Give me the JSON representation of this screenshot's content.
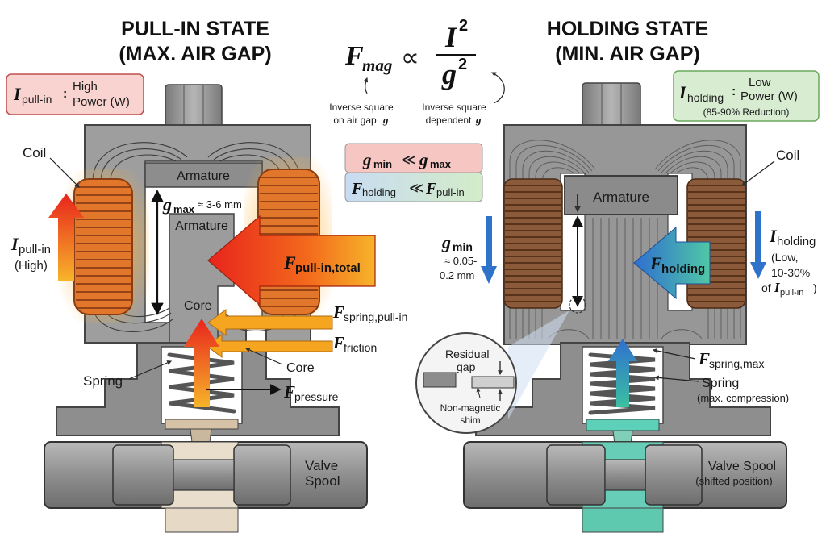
{
  "left": {
    "title_line1": "PULL-IN STATE",
    "title_line2": "(MAX. AIR GAP)",
    "current_box": {
      "symbol": "I",
      "subscript": "pull-in",
      "colon": ":",
      "line1": "High",
      "line2": "Power (W)"
    },
    "coil_label": "Coil",
    "armature_top": "Armature",
    "armature_body": "Armature",
    "gap": {
      "symbol": "g",
      "subscript": "max",
      "value": "≈ 3-6 mm"
    },
    "current_arrow": {
      "symbol": "I",
      "subscript": "pull-in",
      "note": "(High)"
    },
    "force_total": {
      "symbol": "F",
      "subscript": "pull-in,total"
    },
    "core_label": "Core",
    "core_label2": "Core",
    "force_spring": {
      "symbol": "F",
      "subscript": "spring,pull-in"
    },
    "force_friction": {
      "symbol": "F",
      "subscript": "friction"
    },
    "spring_label": "Spring",
    "force_pressure": {
      "symbol": "F",
      "subscript": "pressure"
    },
    "valve_line1": "Valve",
    "valve_line2": "Spool"
  },
  "center": {
    "formula": {
      "lhs": "F",
      "lhs_sub": "mag",
      "prop": "∝",
      "num": "I",
      "num_exp": "2",
      "den": "g",
      "den_exp": "2"
    },
    "note_left": {
      "line1": "Inverse square",
      "line2": "on air gap",
      "var": "g"
    },
    "note_right": {
      "line1": "Inverse square",
      "line2": "dependent",
      "var": "g"
    },
    "rel1": {
      "a": "g",
      "a_sub": "min",
      "op": "≪",
      "b": "g",
      "b_sub": "max"
    },
    "rel2": {
      "a": "F",
      "a_sub": "holding",
      "op": "≪",
      "b": "F",
      "b_sub": "pull-in"
    }
  },
  "right": {
    "title_line1": "HOLDING STATE",
    "title_line2": "(MIN. AIR GAP)",
    "current_box": {
      "symbol": "I",
      "subscript": "holding",
      "colon": ":",
      "line1": "Low",
      "line2": "Power (W)",
      "line3": "(85-90% Reduction)"
    },
    "coil_label": "Coil",
    "armature_label": "Armature",
    "gap": {
      "symbol": "g",
      "subscript": "min",
      "line2": "≈ 0.05-",
      "line3": "0.2 mm"
    },
    "force_holding": {
      "symbol": "F",
      "subscript": "holding"
    },
    "current_arrow": {
      "symbol": "I",
      "subscript": "holding",
      "line2": "(Low,",
      "line3": "10-30%",
      "line4_pre": "of ",
      "line4_sym": "I",
      "line4_sub": "pull-in",
      "line4_post": ")"
    },
    "residual_line1": "Residual",
    "residual_line2": "gap",
    "shim_line1": "Non-magnetic",
    "shim_line2": "shim",
    "force_spring": {
      "symbol": "F",
      "subscript": "spring,max"
    },
    "spring_line1": "Spring",
    "spring_line2": "(max. compression)",
    "valve_line1": "Valve Spool",
    "valve_line2": "(shifted position)"
  },
  "colors": {
    "steel": "#9a9a9a",
    "steel_dark": "#6e6e6e",
    "pull_in_box": "#f8d3d0",
    "holding_box": "#d7ecd0",
    "relation_red": "#f6c6c3",
    "relation_blue": "#c8dcf2",
    "relation_green": "#d3ecc8",
    "hot_orange": "#f08a1c",
    "copper": "#c0672c",
    "flow_teal": "#4bbfae",
    "arrow_blue": "#2f72c9"
  }
}
